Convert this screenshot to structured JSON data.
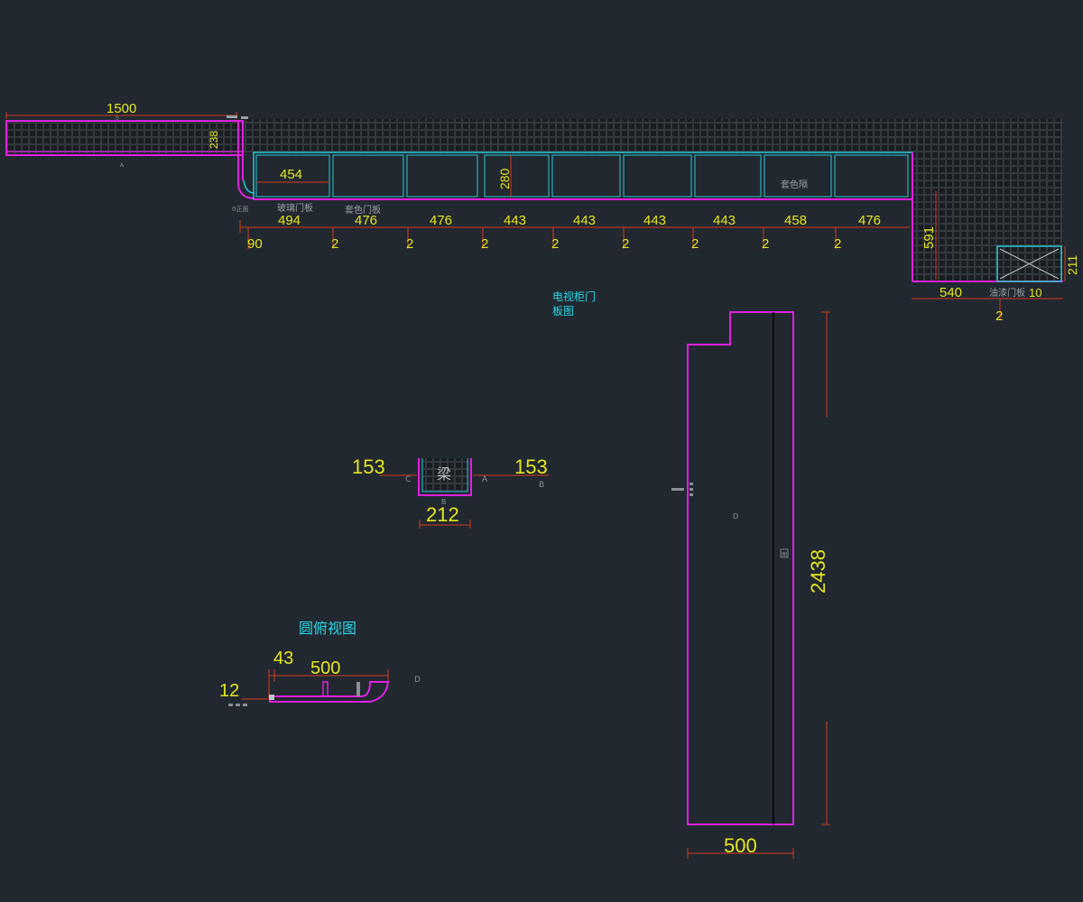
{
  "colors": {
    "background": "#212830",
    "dimension_text": "#e6e61e",
    "magenta_outline": "#e020e0",
    "cyan_outline": "#27c8d4",
    "dimension_line": "#d23c1e",
    "label_cyan": "#2ad7e6"
  },
  "top": {
    "left_width": "1500",
    "left_height": "238",
    "door_454": "454",
    "height_280": "280",
    "label_glass_door": "玻璃门板",
    "label_color_door": "套色门板",
    "label_color_partition": "套色隔",
    "label_front": "0正面",
    "label_right_door": "油漆门板",
    "label_right_extra": "10",
    "spans": [
      "494",
      "476",
      "476",
      "443",
      "443",
      "443",
      "443",
      "458",
      "476"
    ],
    "gap_90": "90",
    "gaps": [
      "2",
      "2",
      "2",
      "2",
      "2",
      "2",
      "2",
      "2"
    ],
    "right_height": "591",
    "right_box_height": "211",
    "right_width": "540",
    "right_gap": "2",
    "marker_a": "A",
    "marker_0": "0"
  },
  "tv_title": [
    "电视柜门",
    "板图"
  ],
  "beam": {
    "label": "梁",
    "left": "153",
    "right": "153",
    "width": "212",
    "tag_a": "A",
    "tag_b": "B",
    "tag_c": "C",
    "tag_b2": "B"
  },
  "round_top": {
    "title": "圆俯视图",
    "d43": "43",
    "d500": "500",
    "d12": "12",
    "tag_d": "D"
  },
  "panel": {
    "height": "2438",
    "width": "500",
    "tag_d": "D",
    "tag_center": "图"
  }
}
